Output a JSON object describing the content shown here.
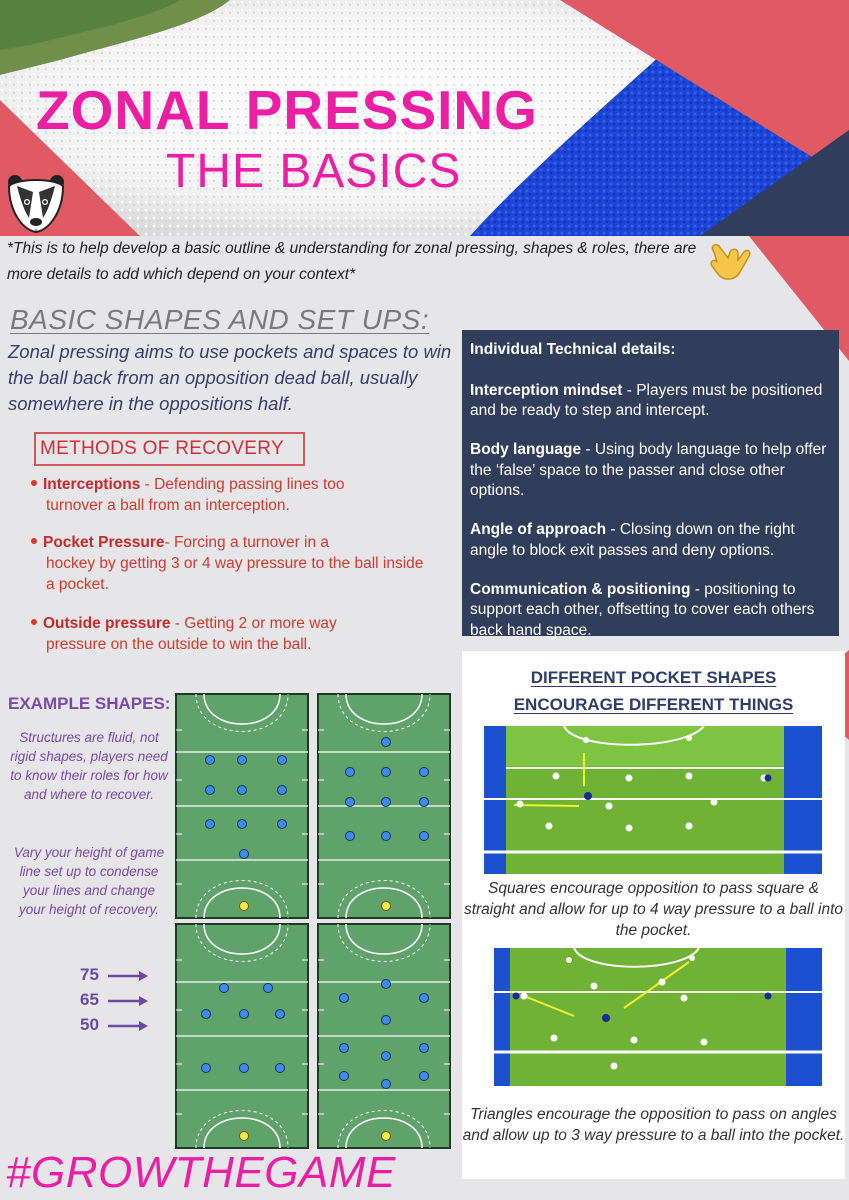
{
  "header": {
    "title_line1": "ZONAL PRESSING",
    "title_line2": "THE BASICS",
    "mascot_icon": "badger-icon"
  },
  "disclaimer": "*This is to help develop a basic outline & understanding for zonal pressing, shapes & roles, there are more details to add which depend on your context*",
  "disclaimer_icon": "call-me-hand-icon",
  "basic_shapes": {
    "heading": "BASIC SHAPES AND SET UPS:",
    "intro": "Zonal pressing aims to use pockets and spaces to win the ball back from an opposition dead ball, usually somewhere in the oppositions half."
  },
  "methods": {
    "title": "METHODS OF RECOVERY",
    "items": [
      {
        "name": "Interceptions",
        "text": " - Defending passing lines too",
        "cont": "turnover a ball from an interception."
      },
      {
        "name": "Pocket Pressure",
        "text": "- Forcing a turnover in a",
        "cont": "hockey by getting 3 or 4 way pressure to the ball inside a pocket."
      },
      {
        "name": "Outside pressure",
        "text": " - Getting 2 or more way",
        "cont": "pressure on the outside to win the ball."
      }
    ]
  },
  "technical": {
    "heading": "Individual Technical details:",
    "items": [
      {
        "name": "Interception mindset",
        "text": " - Players must be positioned and be ready to step and intercept."
      },
      {
        "name": "Body language",
        "text": " - Using body language to help offer the ‘false’ space to the passer and close other options."
      },
      {
        "name": "Angle of approach",
        "text": " - Closing down on the right angle to block exit passes and deny options."
      },
      {
        "name": "Communication & positioning",
        "text": " - positioning to support each other, offsetting to cover each others back hand space."
      }
    ]
  },
  "pocket_shapes": {
    "title_line1": "DIFFERENT POCKET SHAPES",
    "title_line2": "ENCOURAGE DIFFERENT THINGS",
    "caption_squares": "Squares encourage opposition to pass square & straight and allow for up to 4 way pressure to a ball into the pocket.",
    "caption_triangles": "Triangles encourage the opposition to pass on angles and allow up to 3 way pressure to a ball into the pocket."
  },
  "example_shapes": {
    "heading": "EXAMPLE SHAPES:",
    "note1": "Structures are fluid, not rigid shapes, players need to know their roles for how and where to recover.",
    "note2": "Vary your height of game line set up to condense your lines and change your height of recovery.",
    "line_labels": [
      "75",
      "65",
      "50"
    ]
  },
  "hashtag": "#GROWTHEGAME",
  "colors": {
    "pink": "#ec1ea3",
    "coral": "#e05a64",
    "navy": "#303e5c",
    "pitch_green": "#5fa36b",
    "player_blue": "#3a8ee6",
    "ball_yellow": "#f5e94c",
    "purple": "#7a4aa7"
  }
}
